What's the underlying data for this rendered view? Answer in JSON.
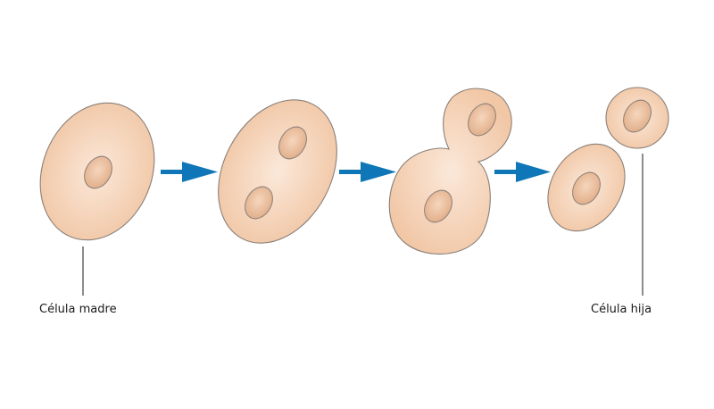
{
  "labels": {
    "mother_cell": "Célula madre",
    "daughter_cell": "Célula hija"
  },
  "colors": {
    "cell_fill_center": "#fbe8d9",
    "cell_fill_edge": "#f1c7a6",
    "cell_stroke": "#8a7f78",
    "nucleus_fill_center": "#f6d6bd",
    "nucleus_fill_edge": "#e0ad88",
    "arrow": "#0f77b7",
    "leader_line": "#1a1a1a"
  },
  "stages": [
    {
      "name": "mother-cell",
      "nuclei": 1
    },
    {
      "name": "cell-with-two-nuclei",
      "nuclei": 2
    },
    {
      "name": "budding-cell",
      "nuclei": 2
    },
    {
      "name": "separated-cells",
      "nuclei": 2
    }
  ]
}
